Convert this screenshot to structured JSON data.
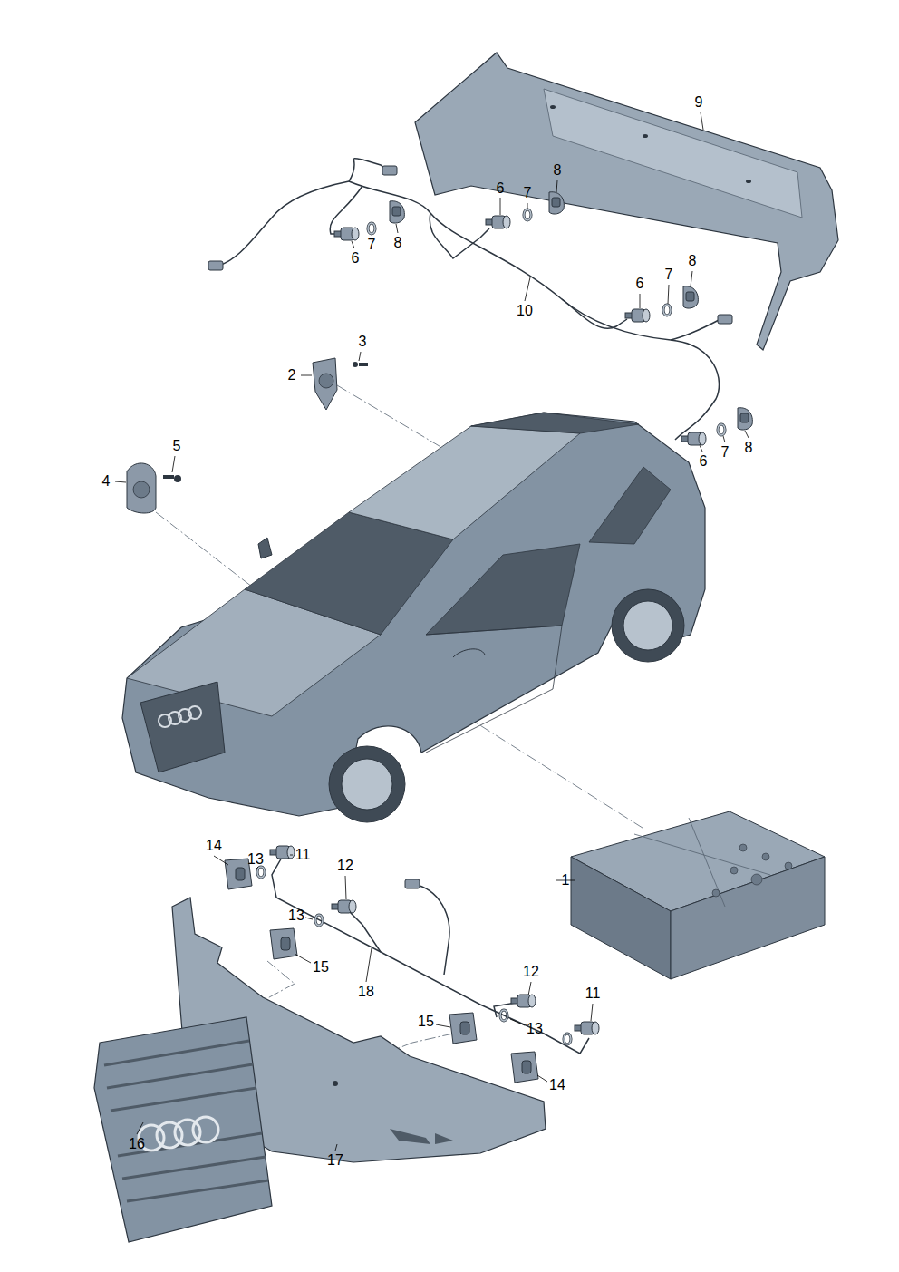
{
  "diagram": {
    "labels": [
      "9",
      "8",
      "7",
      "6",
      "8",
      "7",
      "6",
      "8",
      "7",
      "6",
      "10",
      "3",
      "2",
      "8",
      "7",
      "6",
      "5",
      "4",
      "14",
      "13",
      "11",
      "12",
      "13",
      "1",
      "15",
      "18",
      "12",
      "11",
      "15",
      "13",
      "14",
      "16",
      "17"
    ]
  }
}
